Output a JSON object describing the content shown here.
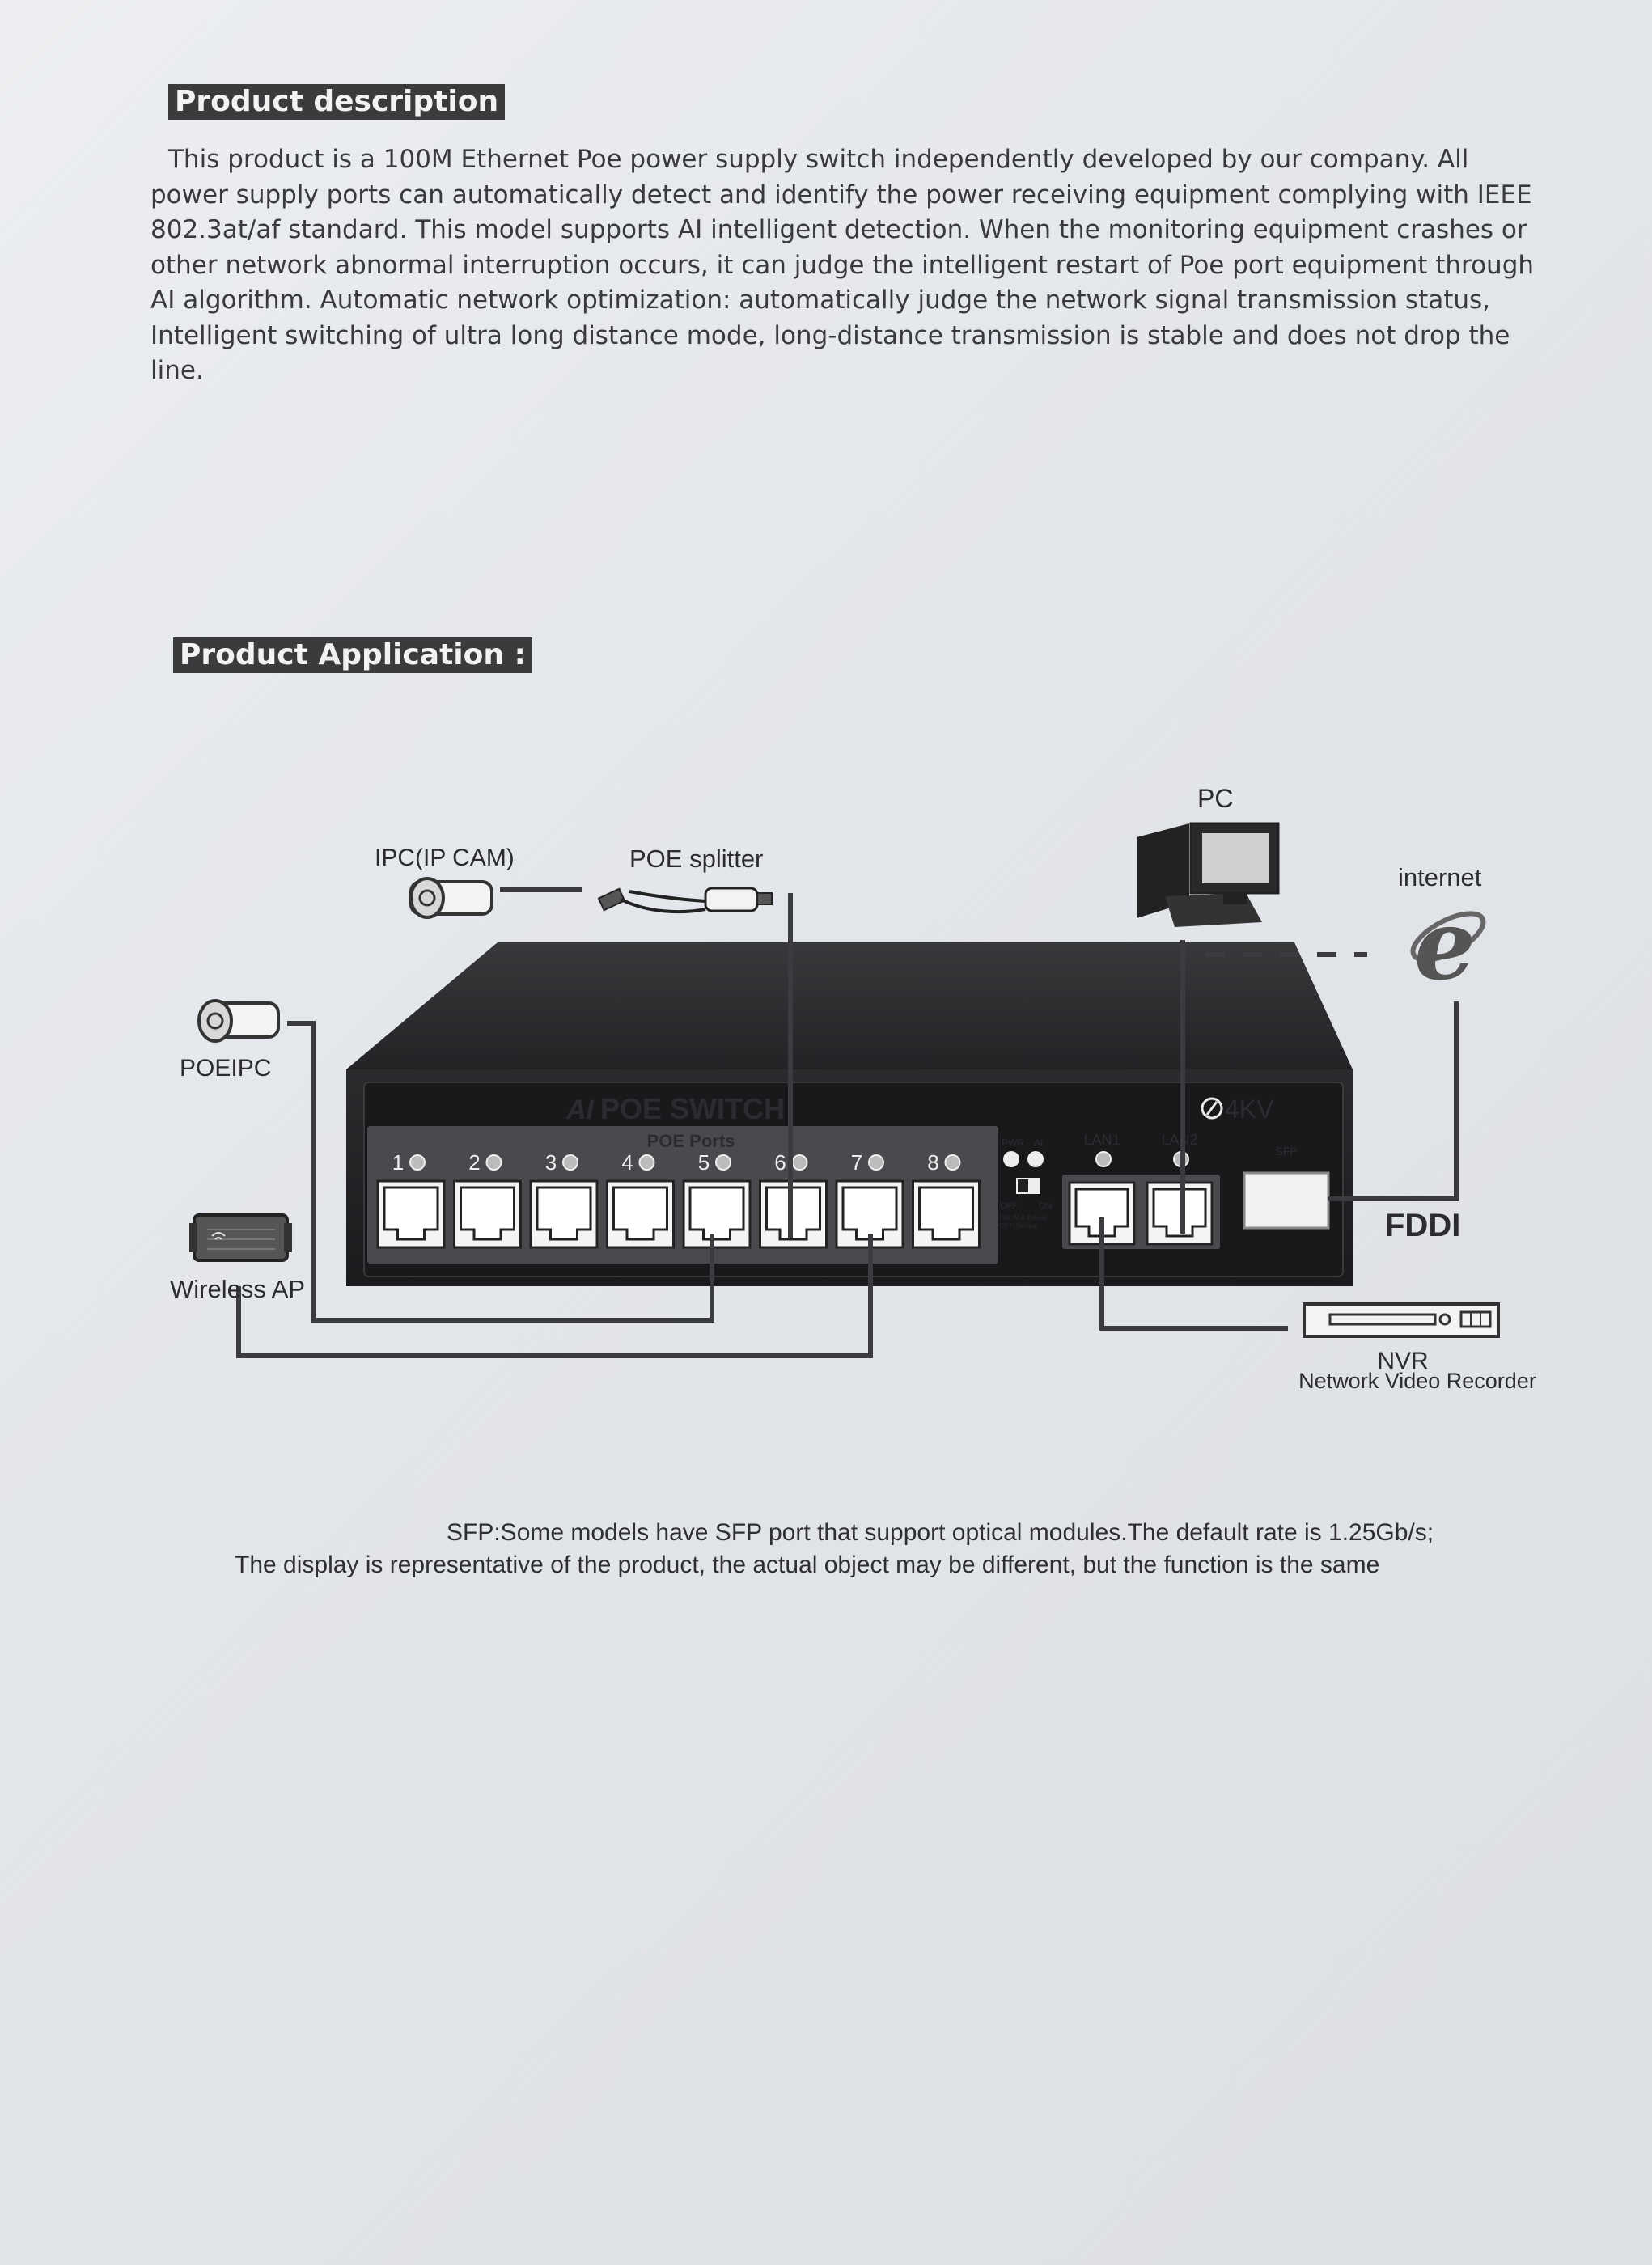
{
  "description": {
    "heading": "Product description",
    "body": "This product is a 100M Ethernet Poe power supply switch independently developed by our company. All power supply ports can automatically detect and identify the power receiving equipment complying with IEEE 802.3at/af standard. This model supports AI intelligent detection. When the monitoring equipment crashes or other network abnormal interruption occurs, it can judge the intelligent restart of Poe port equipment through AI algorithm. Automatic network optimization: automatically judge the network signal transmission status, Intelligent switching of ultra long distance mode, long-distance transmission is stable and does not drop the line."
  },
  "application": {
    "heading": "Product Application :"
  },
  "diagram": {
    "devices": {
      "ipc": "IPC(IP CAM)",
      "splitter": "POE splitter",
      "pc": "PC",
      "internet": "internet",
      "poeipc": "POEIPC",
      "wireless_ap": "Wireless AP",
      "fddi": "FDDI",
      "nvr": "NVR",
      "nvr_full": "Network Video Recorder"
    },
    "switch": {
      "brand_ai": "AI",
      "brand_name": "POE SWITCH",
      "surge": "4KV",
      "poe_ports_label": "POE Ports",
      "port_numbers": [
        "1",
        "2",
        "3",
        "4",
        "5",
        "6",
        "7",
        "8"
      ],
      "pwr": "PWR",
      "ai": "AI",
      "off": "OFF",
      "on": "ON",
      "mode_line1": "ON: AI & Extend",
      "mode_line2": "OFF: Normal",
      "lan1": "LAN1",
      "lan2": "LAN2",
      "sfp": "SFP"
    },
    "colors": {
      "switch_body": "#2a2a2d",
      "panel": "#1e1e21",
      "port_block": "#4a4a4e",
      "cable": "#3c3c40"
    }
  },
  "footer": {
    "line1": "SFP:Some models have SFP port that support optical modules.The default rate is 1.25Gb/s;",
    "line2": "The display is representative of the product, the actual object may be different, but the function is the same"
  }
}
